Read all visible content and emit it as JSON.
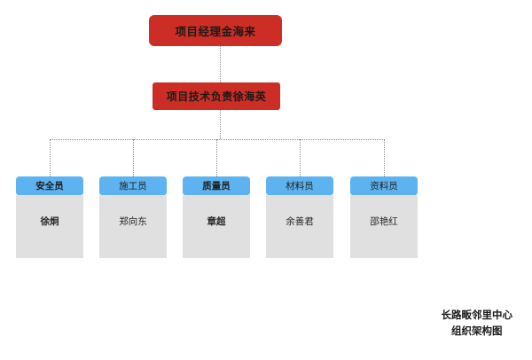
{
  "diagram": {
    "type": "org-chart",
    "colors": {
      "executive_fill": "#cc2e26",
      "role_header_fill": "#5cb3f0",
      "person_body_fill": "#e0e0e0",
      "connector": "#8a8a8a",
      "background": "#ffffff"
    },
    "executives": [
      {
        "title": "项目经理金海来",
        "level": 1
      },
      {
        "title": "项目技术负责徐海英",
        "level": 2
      }
    ],
    "staff": [
      {
        "role": "安全员",
        "name": "徐炯",
        "emphasized": true
      },
      {
        "role": "施工员",
        "name": "郑向东",
        "emphasized": false
      },
      {
        "role": "质量员",
        "name": "章超",
        "emphasized": true
      },
      {
        "role": "材料员",
        "name": "余善君",
        "emphasized": false
      },
      {
        "role": "资料员",
        "name": "邵艳红",
        "emphasized": false
      }
    ],
    "caption": {
      "line1": "长路畈邻里中心",
      "line2": "组织架构图"
    }
  }
}
